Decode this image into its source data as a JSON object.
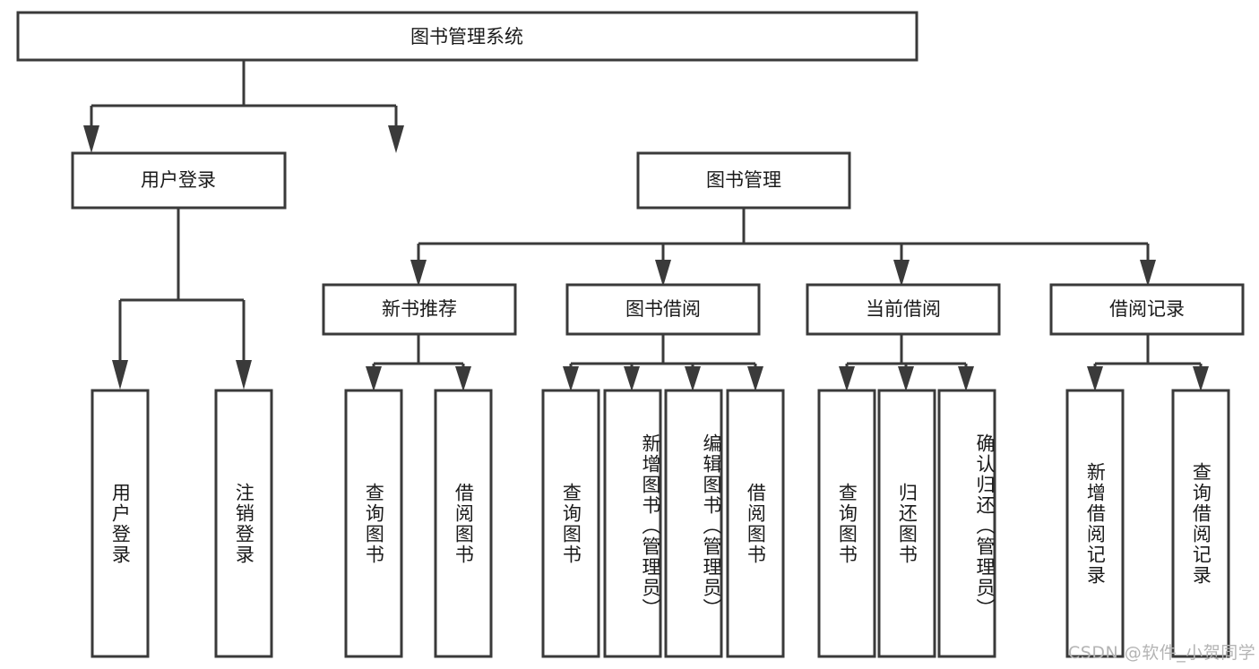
{
  "diagram": {
    "title": "图书管理系统",
    "type": "tree",
    "orientation": "top-down",
    "colors": {
      "box_stroke": "#3a3a3a",
      "box_fill": "#ffffff",
      "text": "#1a1a1a",
      "background": "#ffffff",
      "watermark": "#b4b4b4"
    },
    "root": {
      "label": "图书管理系统"
    },
    "level2": [
      {
        "label": "用户登录"
      },
      {
        "label": "图书管理"
      }
    ],
    "level3": [
      {
        "label": "新书推荐"
      },
      {
        "label": "图书借阅"
      },
      {
        "label": "当前借阅"
      },
      {
        "label": "借阅记录"
      }
    ],
    "leaves": {
      "user_login": [
        {
          "label": "用户登录"
        },
        {
          "label": "注销登录"
        }
      ],
      "new_book_recommend": [
        {
          "label": "查询图书"
        },
        {
          "label": "借阅图书"
        }
      ],
      "book_borrow": [
        {
          "label": "查询图书"
        },
        {
          "label": "新增图书（管理员）"
        },
        {
          "label": "编辑图书（管理员）"
        },
        {
          "label": "借阅图书"
        }
      ],
      "current_borrow": [
        {
          "label": "查询图书"
        },
        {
          "label": "归还图书"
        },
        {
          "label": "确认归还（管理员）"
        }
      ],
      "borrow_record": [
        {
          "label": "新增借阅记录"
        },
        {
          "label": "查询借阅记录"
        }
      ]
    }
  },
  "watermark": {
    "text": "CSDN @软件_小贺同学"
  }
}
